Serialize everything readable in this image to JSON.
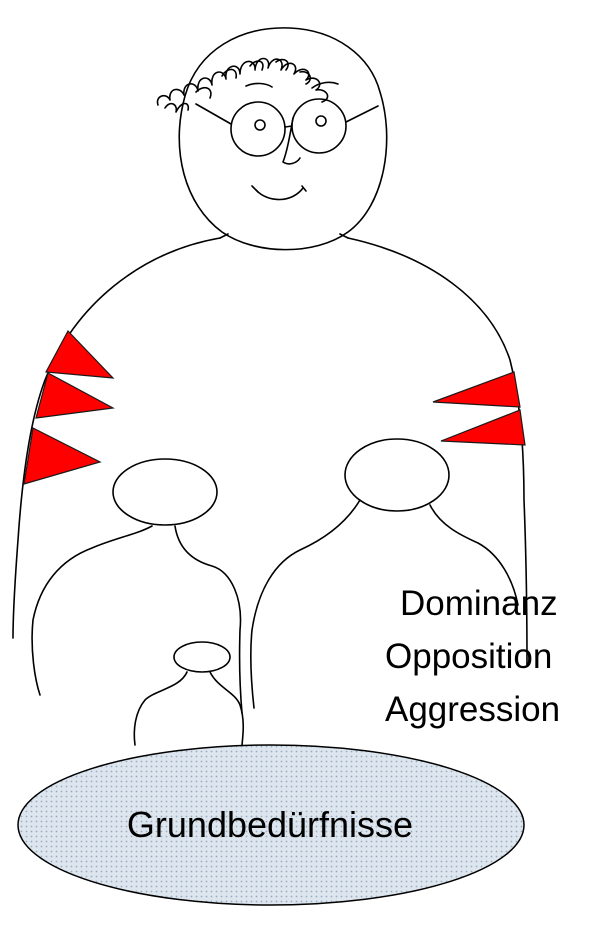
{
  "colors": {
    "triangle_fill": "#ff0000",
    "triangle_stroke": "#1a1a1a",
    "ellipse_fill": "#dde6ef",
    "ellipse_dot": "#9aacbd",
    "line": "#000000"
  },
  "labels": {
    "words": [
      "Dominanz",
      "Opposition",
      "Aggression"
    ],
    "base": "Grundbedürfnisse"
  }
}
